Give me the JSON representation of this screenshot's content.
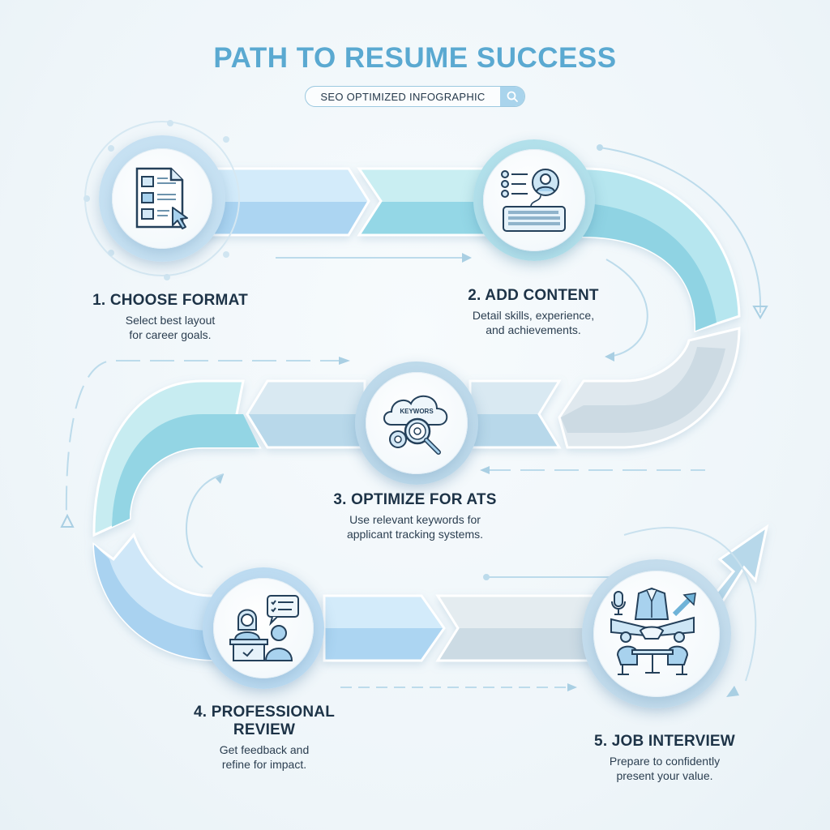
{
  "header": {
    "title": "PATH TO RESUME SUCCESS",
    "search_badge": {
      "label": "SEO OPTIMIZED INFOGRAPHIC",
      "icon": "search-icon"
    }
  },
  "steps": [
    {
      "number": "1.",
      "title": "1. CHOOSE FORMAT",
      "description_line1": "Select best layout",
      "description_line2": "for career goals.",
      "icon": "resume-layout-cursor-icon"
    },
    {
      "number": "2.",
      "title": "2. ADD CONTENT",
      "description_line1": "Detail skills, experience,",
      "description_line2": "and achievements.",
      "icon": "profile-keyboard-icon"
    },
    {
      "number": "3.",
      "title": "3. OPTIMIZE FOR ATS",
      "description_line1": "Use relevant keywords for",
      "description_line2": "applicant tracking systems.",
      "icon": "keywords-cloud-magnifier-icon",
      "icon_text": "KEYWORS"
    },
    {
      "number": "4.",
      "title_line1": "4. PROFESSIONAL",
      "title_line2": "REVIEW",
      "description_line1": "Get feedback and",
      "description_line2": "refine for impact.",
      "icon": "reviewer-feedback-icon"
    },
    {
      "number": "5.",
      "title": "5. JOB INTERVIEW",
      "description_line1": "Prepare to confidently",
      "description_line2": "present your value.",
      "icon": "interview-handshake-icon"
    }
  ],
  "colors": {
    "title": "#5aa9d1",
    "text_dark": "#1d3347",
    "band_blue": "#a8d3f0",
    "band_teal": "#92d6e4",
    "band_gray": "#cfdbe3",
    "line": "#a9cfe3"
  }
}
